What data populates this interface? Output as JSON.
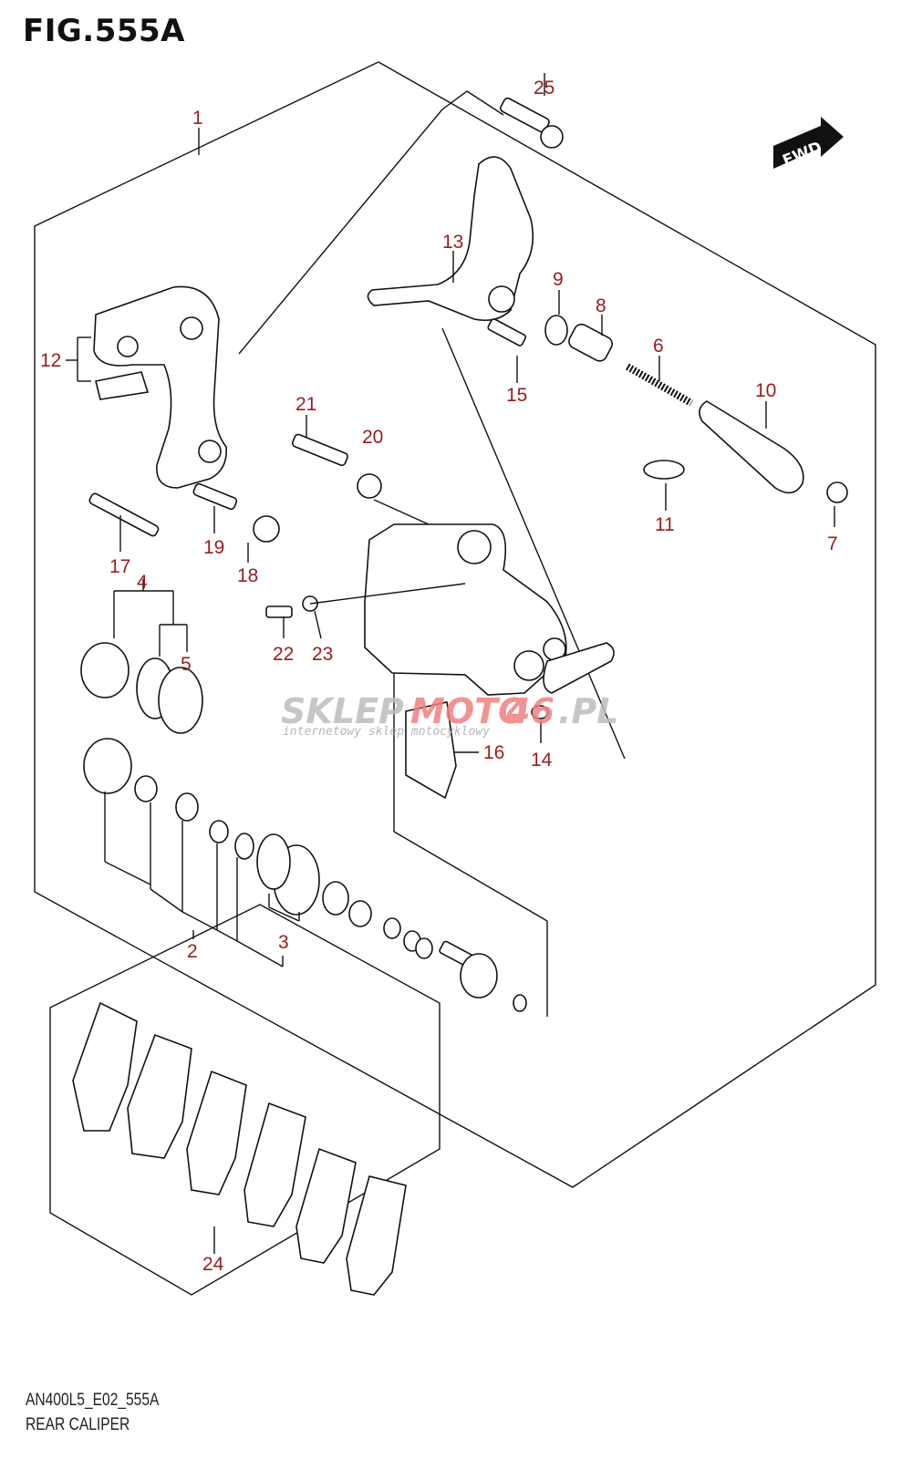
{
  "figure": {
    "title": "FIG.555A",
    "code": "AN400L5_E02_555A",
    "name": "REAR CALIPER",
    "direction_badge": "FWD"
  },
  "watermark": {
    "brand_part1": "SKLEP",
    "brand_part2": "MOTO",
    "brand_part3": "46",
    "brand_part4": ".PL",
    "tagline": "internetowy sklep motocyklowy"
  },
  "callouts": [
    {
      "id": "1",
      "label": "1"
    },
    {
      "id": "2",
      "label": "2"
    },
    {
      "id": "3",
      "label": "3"
    },
    {
      "id": "4",
      "label": "4"
    },
    {
      "id": "5",
      "label": "5"
    },
    {
      "id": "6",
      "label": "6"
    },
    {
      "id": "7",
      "label": "7"
    },
    {
      "id": "8",
      "label": "8"
    },
    {
      "id": "9",
      "label": "9"
    },
    {
      "id": "10",
      "label": "10"
    },
    {
      "id": "11",
      "label": "11"
    },
    {
      "id": "12",
      "label": "12"
    },
    {
      "id": "13",
      "label": "13"
    },
    {
      "id": "14",
      "label": "14"
    },
    {
      "id": "15",
      "label": "15"
    },
    {
      "id": "16",
      "label": "16"
    },
    {
      "id": "17",
      "label": "17"
    },
    {
      "id": "18",
      "label": "18"
    },
    {
      "id": "19",
      "label": "19"
    },
    {
      "id": "20",
      "label": "20"
    },
    {
      "id": "21",
      "label": "21"
    },
    {
      "id": "22",
      "label": "22"
    },
    {
      "id": "23",
      "label": "23"
    },
    {
      "id": "24",
      "label": "24"
    },
    {
      "id": "25",
      "label": "25"
    }
  ],
  "colors": {
    "callout": "#9b1b1b",
    "watermark_grey": "#bdbdbd",
    "watermark_red": "#f08080"
  }
}
